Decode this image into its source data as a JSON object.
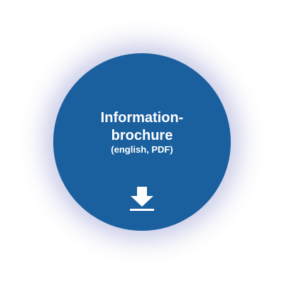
{
  "download": {
    "title_line1": "Information-",
    "title_line2": "brochure",
    "subtitle": "(english, PDF)",
    "icon": "download-icon"
  },
  "colors": {
    "circle": "#1a5f9e",
    "text": "#ffffff",
    "glow": "#3c46aa"
  }
}
